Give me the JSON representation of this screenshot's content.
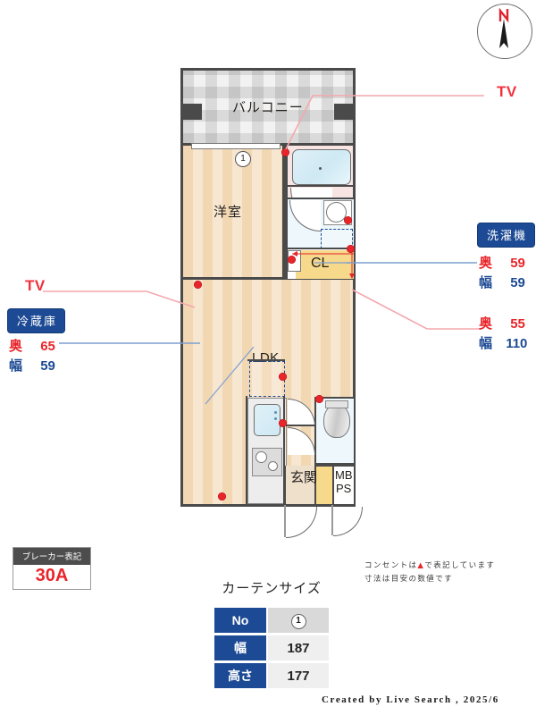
{
  "compass": {
    "north_label": "N"
  },
  "plan": {
    "rooms": [
      {
        "key": "balcony",
        "label": "バルコニー"
      },
      {
        "key": "washitsu",
        "label": "洋室"
      },
      {
        "key": "ldk",
        "label": "LDK"
      },
      {
        "key": "closet",
        "label": "CL"
      },
      {
        "key": "genkan",
        "label": "玄関"
      },
      {
        "key": "mbps",
        "label": "MB\nPS"
      },
      {
        "key": "mbps_line1",
        "label": "MB"
      },
      {
        "key": "mbps_line2",
        "label": "PS"
      }
    ],
    "window_number": "1"
  },
  "annotations": {
    "tv_top": "TV",
    "tv_left": "TV",
    "washer": {
      "tag": "洗濯機",
      "depth_label": "奥",
      "depth_value": "59",
      "width_label": "幅",
      "width_value": "59"
    },
    "closet_dims": {
      "depth_label": "奥",
      "depth_value": "55",
      "width_label": "幅",
      "width_value": "110"
    },
    "fridge": {
      "tag": "冷蔵庫",
      "depth_label": "奥",
      "depth_value": "65",
      "width_label": "幅",
      "width_value": "59"
    }
  },
  "breaker": {
    "title": "ブレーカー表記",
    "value": "30A"
  },
  "curtain": {
    "title": "カーテンサイズ",
    "rows": [
      {
        "label": "No",
        "value": "1"
      },
      {
        "label": "幅",
        "value": "187"
      },
      {
        "label": "高さ",
        "value": "177"
      }
    ]
  },
  "notes": {
    "line1_pre": "コンセントは",
    "line1_tri": "▲",
    "line1_post": "で表記しています",
    "line2": "寸法は目安の数値です"
  },
  "footer": {
    "text": "Created by Live Search , 2025/6"
  },
  "colors": {
    "accent_blue": "#1d4a94",
    "accent_red": "#e8252a",
    "wall": "#4a4a4a",
    "wood_floor": "#f2d7b3",
    "closet_floor": "#f6d98b"
  }
}
